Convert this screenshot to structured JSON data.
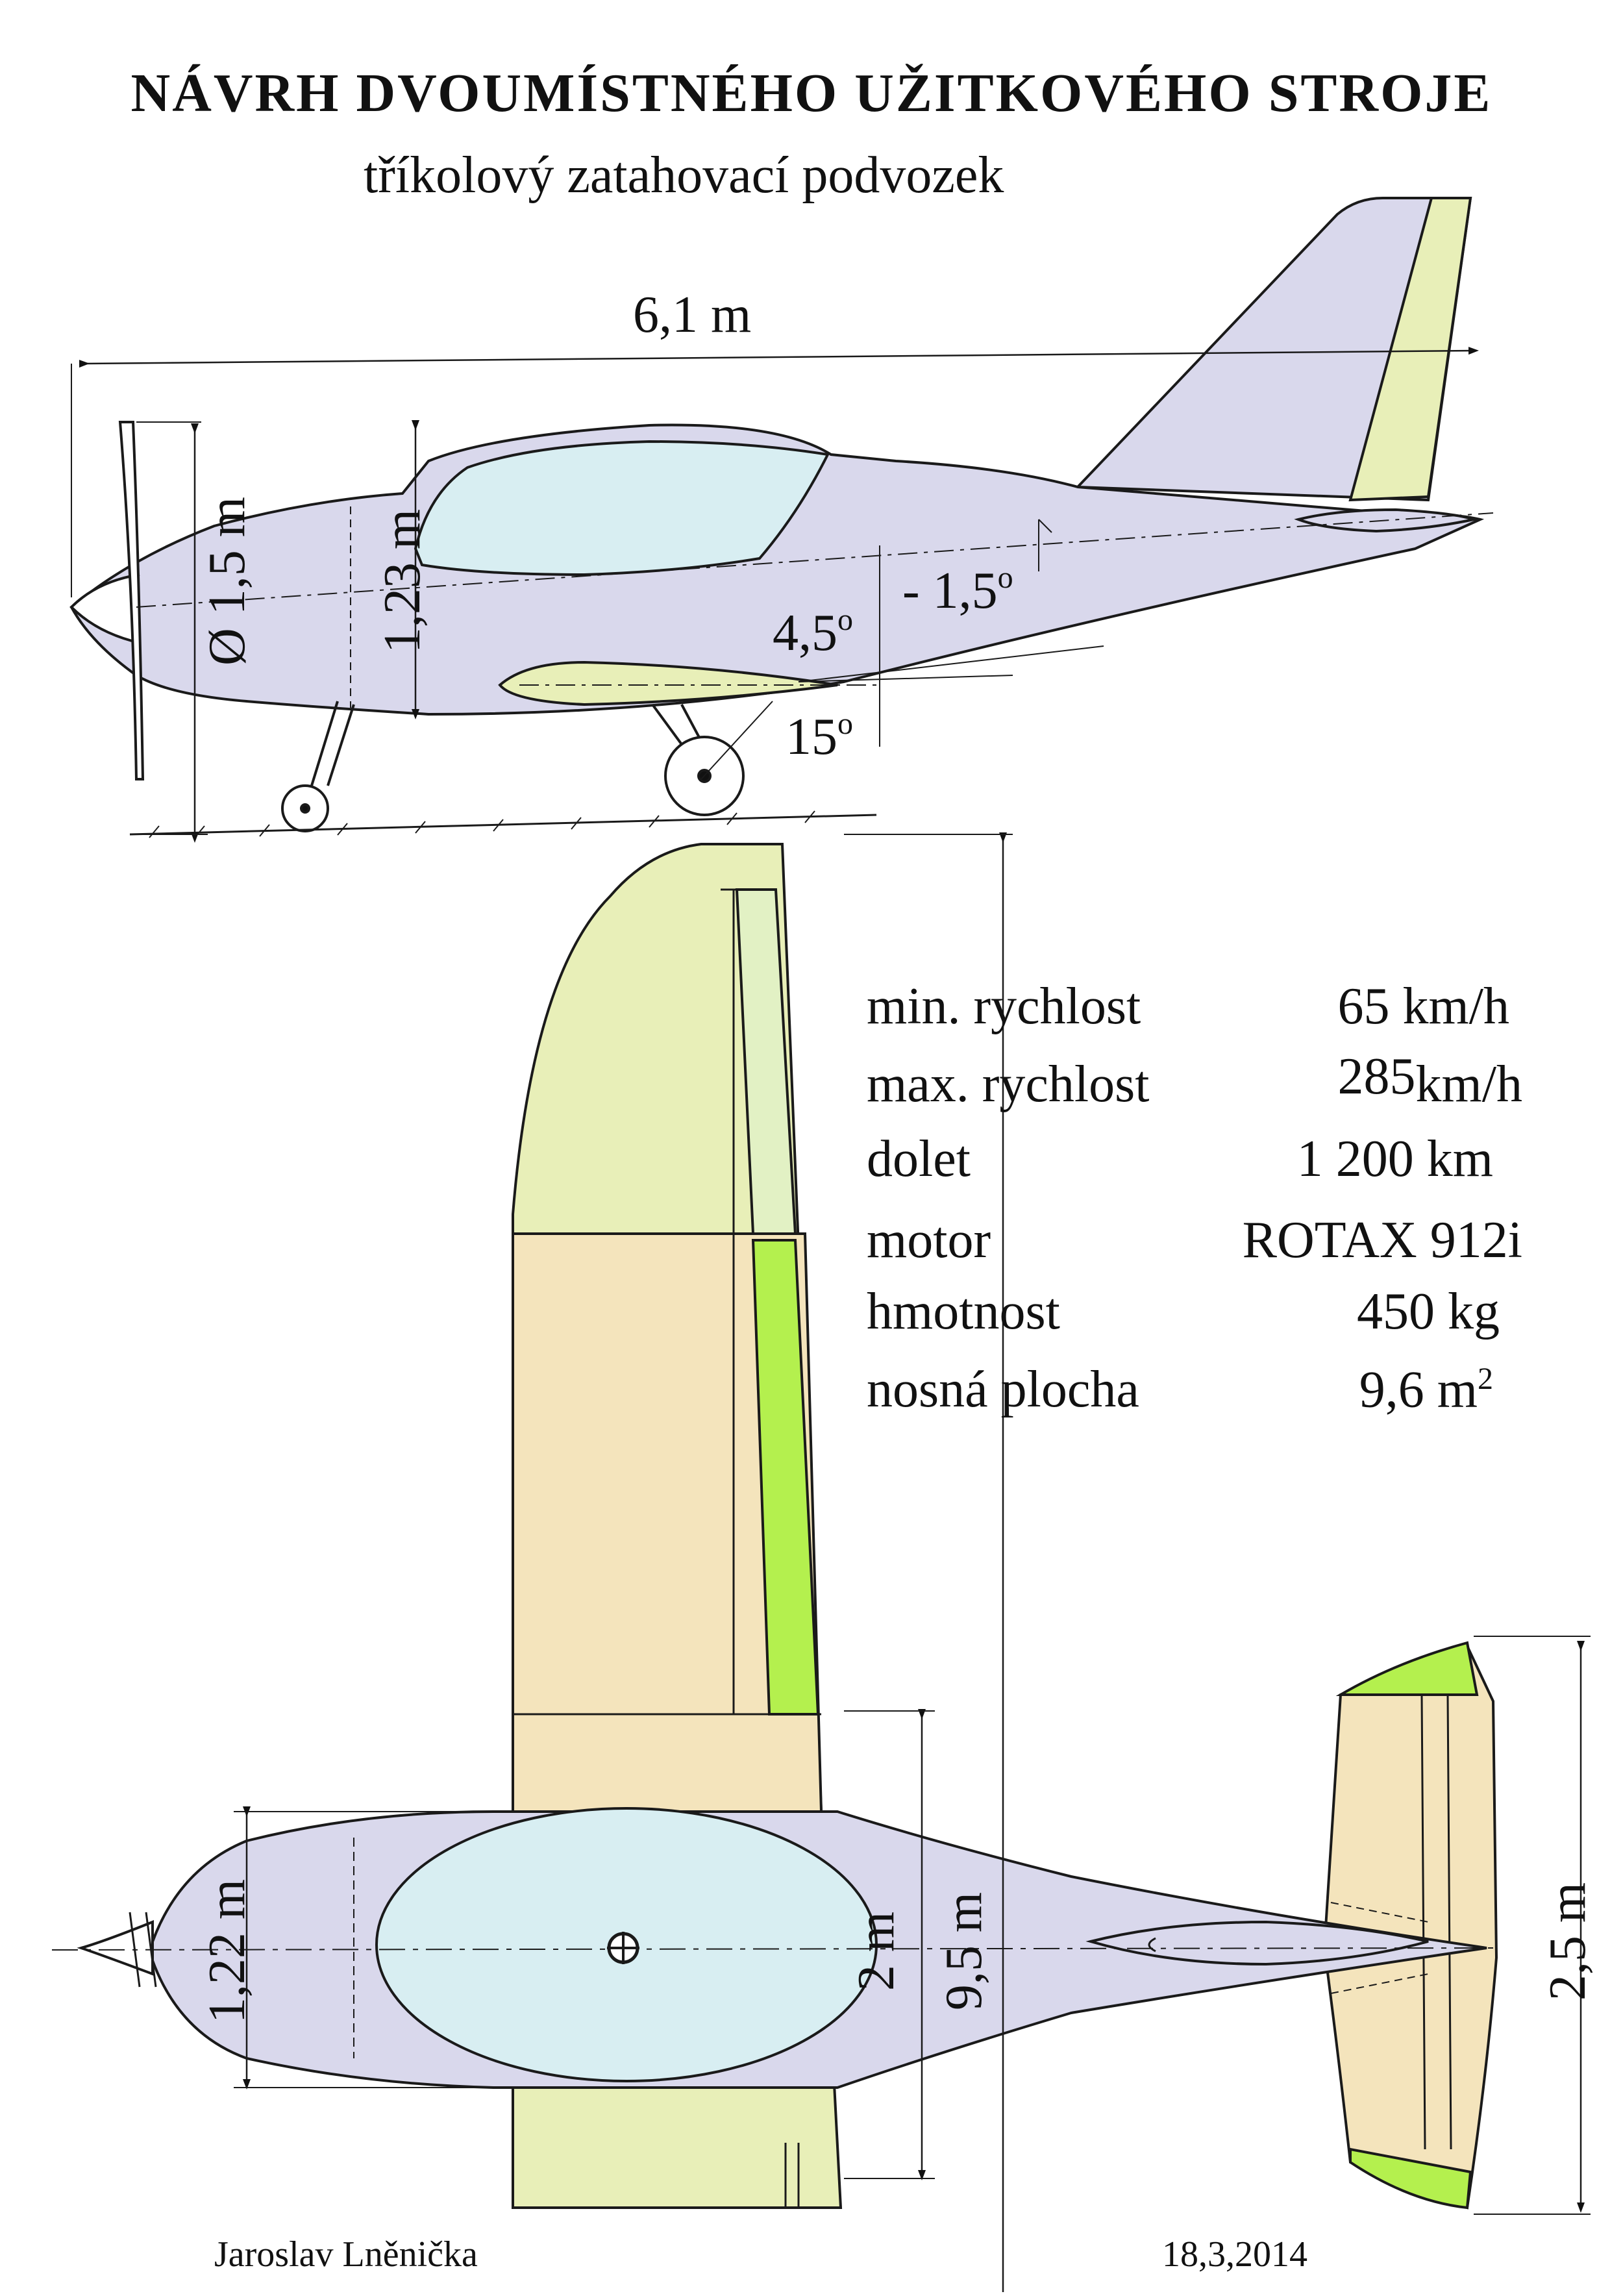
{
  "title": "NÁVRH  DVOUMÍSTNÉHO  UŽITKOVÉHO  STROJE",
  "subtitle": "tříkolový zatahovací podvozek",
  "side_view": {
    "length": "6,1 m",
    "propeller_diameter": "Ø 1,5 m",
    "fuselage_height": "1,23 m",
    "angle_wing": "4,5",
    "angle_tail": "- 1,5",
    "angle_ground": "15",
    "degree_symbol": "o"
  },
  "top_view": {
    "fuselage_width": "1,22 m",
    "cockpit_width": "2 m",
    "wingspan": "9,5 m",
    "tail_span": "2,5 m"
  },
  "specs": {
    "min_speed_label": "min. rychlost",
    "min_speed_value": "65 km/h",
    "max_speed_label": "max. rychlost",
    "max_speed_number": "285",
    "max_speed_unit": "km/h",
    "range_label": "dolet",
    "range_value": "1 200 km",
    "engine_label": "motor",
    "engine_value": "ROTAX 912i",
    "mass_label": "hmotnost",
    "mass_value": "450 kg",
    "wing_area_label": "nosná plocha",
    "wing_area_value": "9,6 m",
    "wing_area_exp": "2"
  },
  "author": "Jaroslav  Lněnička",
  "date": "18,3,2014",
  "colors": {
    "fuselage": "#d9d8ec",
    "canopy": "#d8eef2",
    "wing": "#e8efb8",
    "wing_root": "#f4e4bc",
    "aileron": "#b4f04e",
    "flap": "#e2f1c4",
    "tail_tip": "#b4f04e",
    "outline": "#1a1a1a"
  }
}
